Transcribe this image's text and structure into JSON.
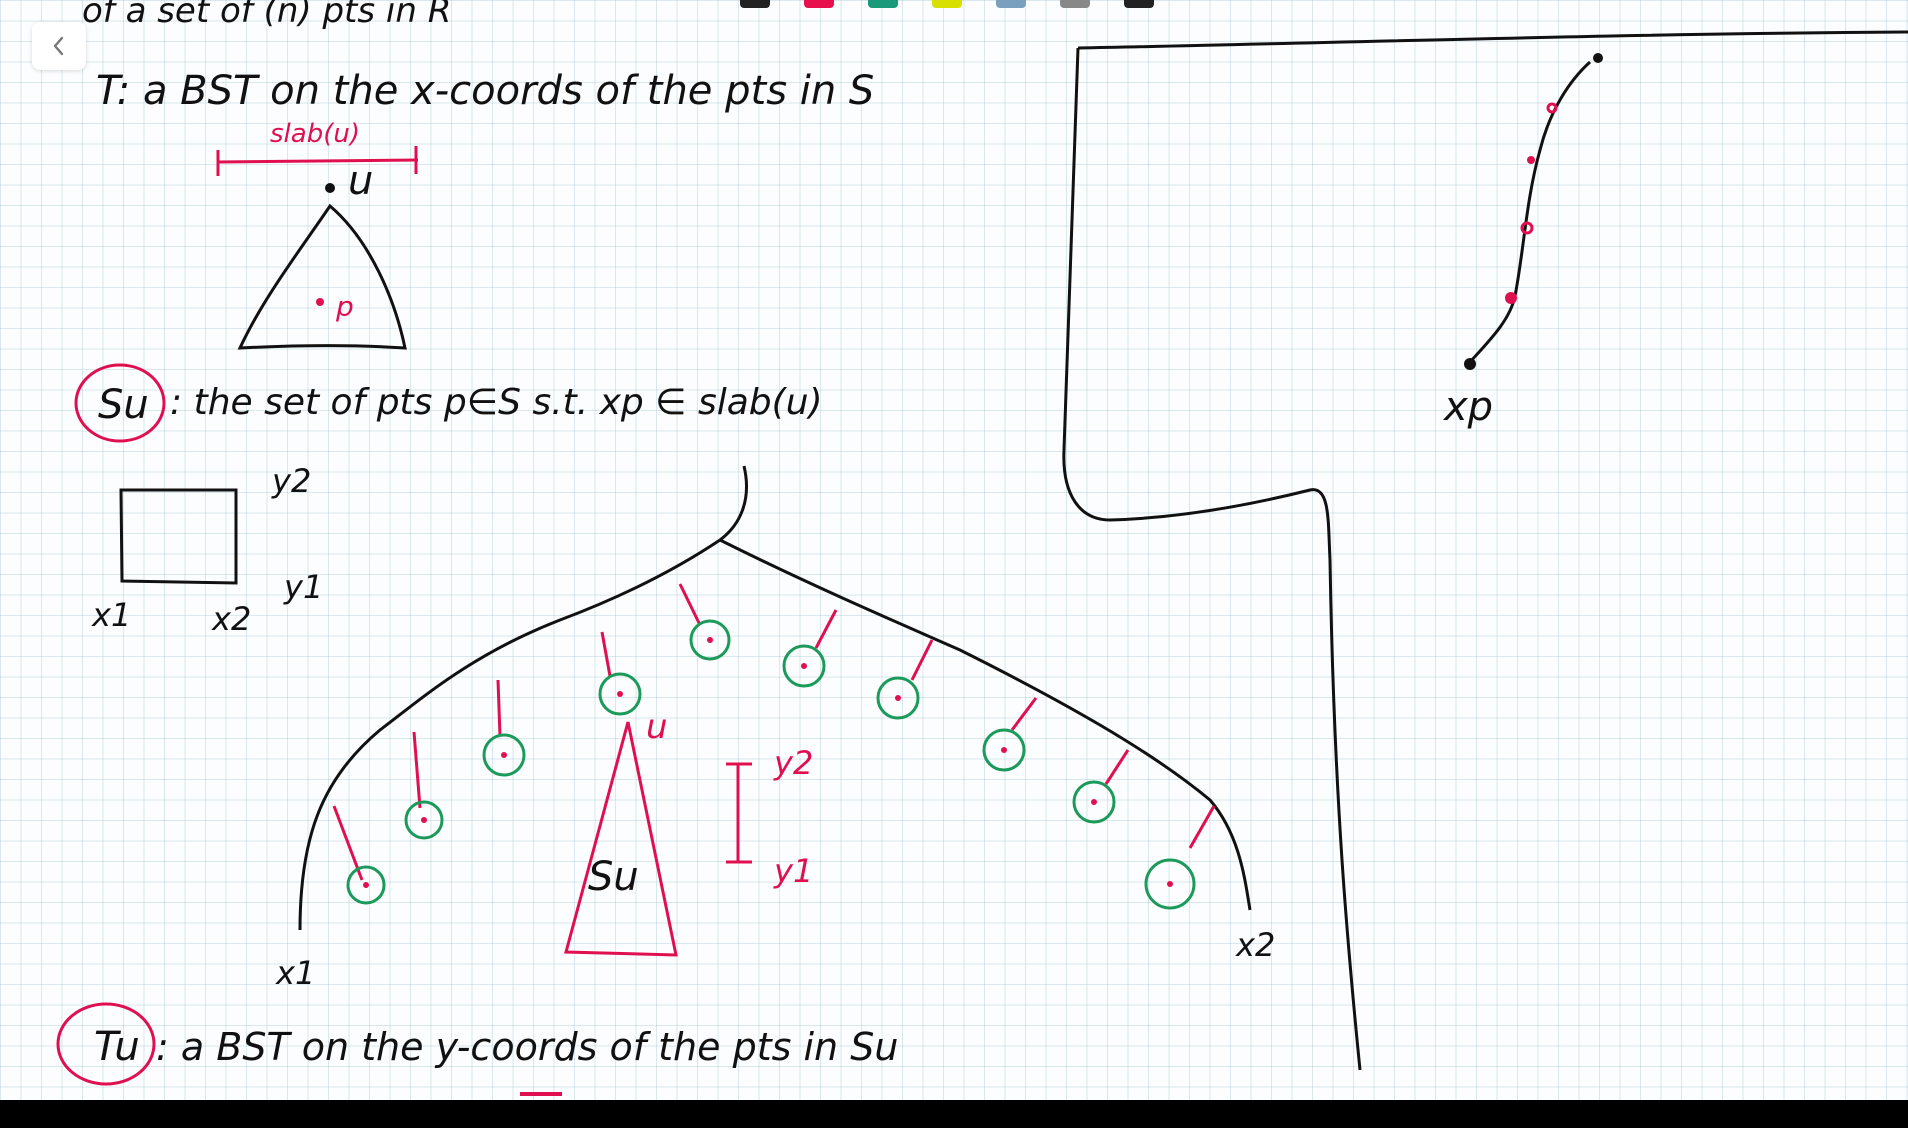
{
  "colors": {
    "ink_black": "#111111",
    "ink_red": "#e01050",
    "ink_green": "#1b9a5a",
    "paper": "#fbfdfe",
    "grid": "#b6cfdd"
  },
  "toolbar": {
    "back_icon": "chevron-left-icon",
    "swatches": [
      "#222222",
      "#e8104c",
      "#1a9a7a",
      "#d8e000",
      "#7aa0c0",
      "#888888",
      "#222222"
    ]
  },
  "notes": {
    "header_fragment": "of a set of (n) pts in R",
    "t_definition": "T: a BST on the x-coords of the pts in S",
    "slab_label": "slab(u)",
    "node_label": "u",
    "point_label": "p",
    "su_circled": "Su",
    "su_definition": ": the set of pts p∈S s.t. xp ∈ slab(u)",
    "rect_y2": "y2",
    "rect_y1": "y1",
    "rect_x1": "x1",
    "rect_x2": "x2",
    "tree_u": "u",
    "tree_su": "Su",
    "tree_y2": "y2",
    "tree_y1": "y1",
    "tree_x1": "x1",
    "tree_x2": "x2",
    "tu_circled": "Tu",
    "tu_definition": ": a BST on the y-coords of the pts in Su",
    "xp_label": "xp"
  }
}
